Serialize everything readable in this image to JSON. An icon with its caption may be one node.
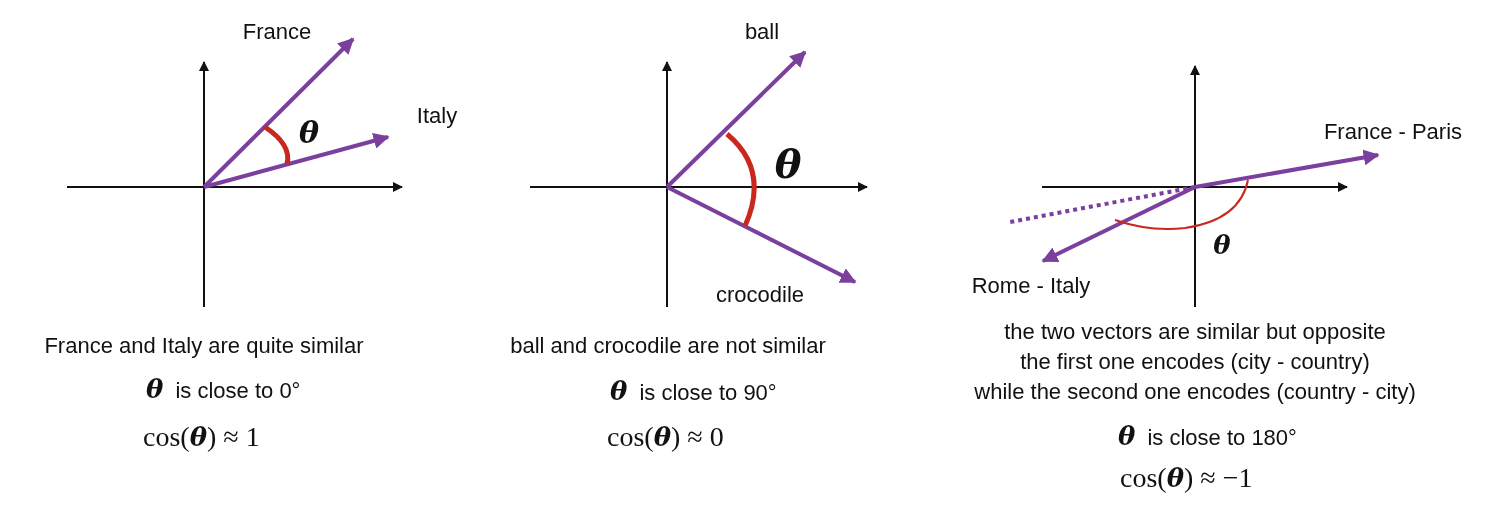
{
  "diagram": {
    "labels": [
      "France",
      "Italy",
      "θ",
      "ball",
      "θ",
      "crocodile",
      "France - Paris",
      "θ",
      "Rome - Italy",
      "France and Italy are quite similar",
      "*θ* is close to 0°",
      "cos(*θ*) ≈ 1",
      "ball and crocodile are not similar",
      "*θ* is close to 90°",
      "cos(*θ*) ≈ 0",
      "the two vectors are similar but opposite",
      "the first one encodes (city - country)",
      "while the second one encodes (country - city)",
      "*θ* is close to 180°",
      "cos(*θ*) ≈ −1"
    ]
  }
}
